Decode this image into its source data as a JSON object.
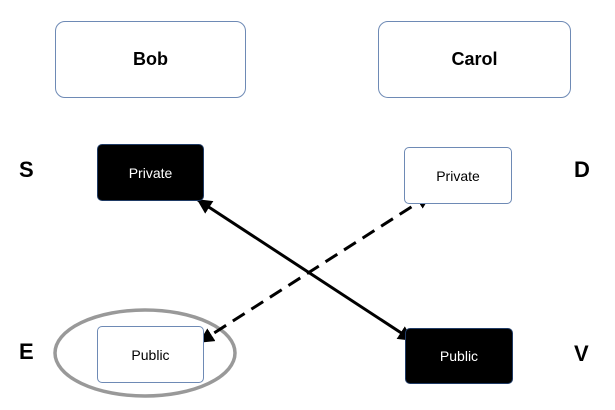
{
  "people": {
    "left": "Bob",
    "right": "Carol"
  },
  "keys": {
    "bob_private": "Private",
    "carol_private": "Private",
    "bob_public": "Public",
    "carol_public": "Public"
  },
  "labels": {
    "s": "S",
    "d": "D",
    "e": "E",
    "v": "V"
  },
  "colors": {
    "box_border": "#6e8ab5",
    "highlight_ellipse": "#999999",
    "dark_key_fill": "#000000"
  },
  "connections": [
    {
      "from": "bob_private",
      "to": "carol_public",
      "style": "solid",
      "direction": "both"
    },
    {
      "from": "carol_private",
      "to": "bob_public",
      "style": "dashed",
      "direction": "both"
    }
  ]
}
